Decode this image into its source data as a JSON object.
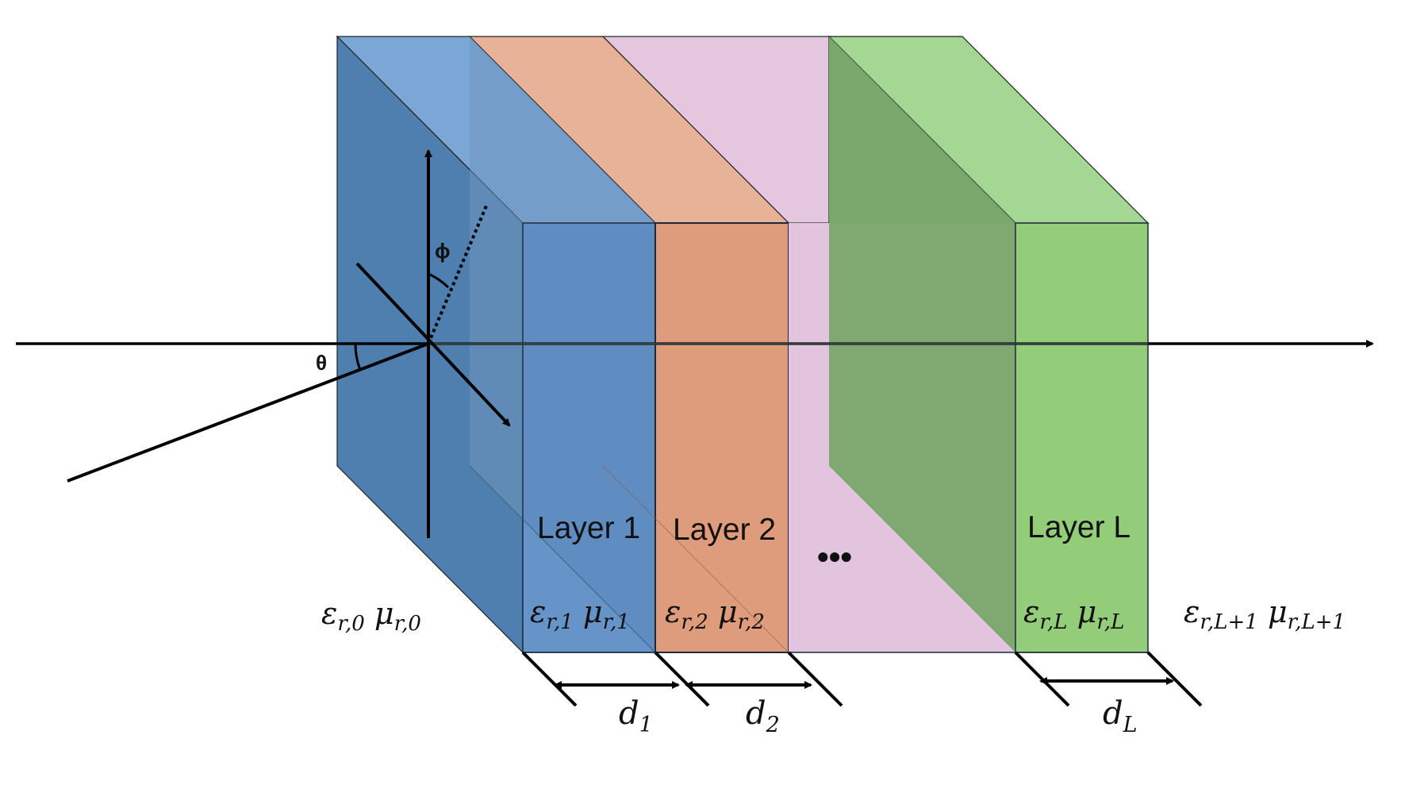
{
  "colors": {
    "blue": "#4f7fae",
    "blue_light": "#7aa7d6",
    "orange": "#df9c7c",
    "orange_light": "#e8b299",
    "pink": "#e3c4de",
    "green": "#94cd7a",
    "green_dark": "#79a86a",
    "green_light": "#a4d694",
    "line": "#000000"
  },
  "layers": {
    "layer1": "Layer 1",
    "layer2": "Layer 2",
    "layerL": "Layer L",
    "ellipsis": "•••"
  },
  "angles": {
    "theta": "θ",
    "phi": "ϕ"
  },
  "regions": {
    "r0": {
      "eps": "ε",
      "eps_sub": "r,0",
      "mu": "μ",
      "mu_sub": "r,0"
    },
    "r1": {
      "eps": "ε",
      "eps_sub": "r,1",
      "mu": "μ",
      "mu_sub": "r,1"
    },
    "r2": {
      "eps": "ε",
      "eps_sub": "r,2",
      "mu": "μ",
      "mu_sub": "r,2"
    },
    "rL": {
      "eps": "ε",
      "eps_sub": "r,L",
      "mu": "μ",
      "mu_sub": "r,L"
    },
    "rL1": {
      "eps": "ε",
      "eps_sub": "r,L+1",
      "mu": "μ",
      "mu_sub": "r,L+1"
    }
  },
  "thickness": {
    "d1": {
      "sym": "d",
      "sub": "1"
    },
    "d2": {
      "sym": "d",
      "sub": "2"
    },
    "dL": {
      "sym": "d",
      "sub": "L"
    }
  }
}
